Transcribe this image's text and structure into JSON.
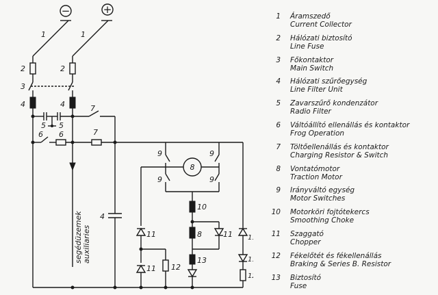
{
  "terminals": {
    "negative": "−",
    "positive": "+"
  },
  "labels": {
    "l1": "1",
    "l2": "2",
    "l3": "3",
    "l4": "4",
    "l5": "5",
    "l6": "6",
    "l7": "7",
    "l8": "8",
    "l9": "9",
    "l10": "10",
    "l11": "11",
    "l12": "12",
    "l13": "13"
  },
  "auxiliary": {
    "hu": "segédüzemek",
    "en": "auxiliaries"
  },
  "legend": [
    {
      "num": "1",
      "hu": "Áramszedő",
      "en": "Current  Collector"
    },
    {
      "num": "2",
      "hu": "Hálózati  biztosító",
      "en": "Line Fuse"
    },
    {
      "num": "3",
      "hu": "Főkontaktor",
      "en": "Main Switch"
    },
    {
      "num": "4",
      "hu": "Hálózati  szűrőegység",
      "en": "Line Filter Unit"
    },
    {
      "num": "5",
      "hu": "Zavarszűrő  kondenzátor",
      "en": "Radio  Filter"
    },
    {
      "num": "6",
      "hu": "Váltóállító  ellenállás  és  kontaktor",
      "en": "Frog  Operation"
    },
    {
      "num": "7",
      "hu": "Töltőellenállás  és  kontaktor",
      "en": "Charging  Resistor & Switch"
    },
    {
      "num": "8",
      "hu": "Vontatómotor",
      "en": "Traction  Motor"
    },
    {
      "num": "9",
      "hu": "Irányváltó  egység",
      "en": "Motor  Switches"
    },
    {
      "num": "10",
      "hu": "Motorköri  fojtótekercs",
      "en": "Smoothing  Choke"
    },
    {
      "num": "11",
      "hu": "Szaggató",
      "en": "Chopper"
    },
    {
      "num": "12",
      "hu": "Fékelőtét  és  fékellenállás",
      "en": "Braking & Series  B. Resistor"
    },
    {
      "num": "13",
      "hu": "Biztosító",
      "en": "Fuse"
    }
  ]
}
